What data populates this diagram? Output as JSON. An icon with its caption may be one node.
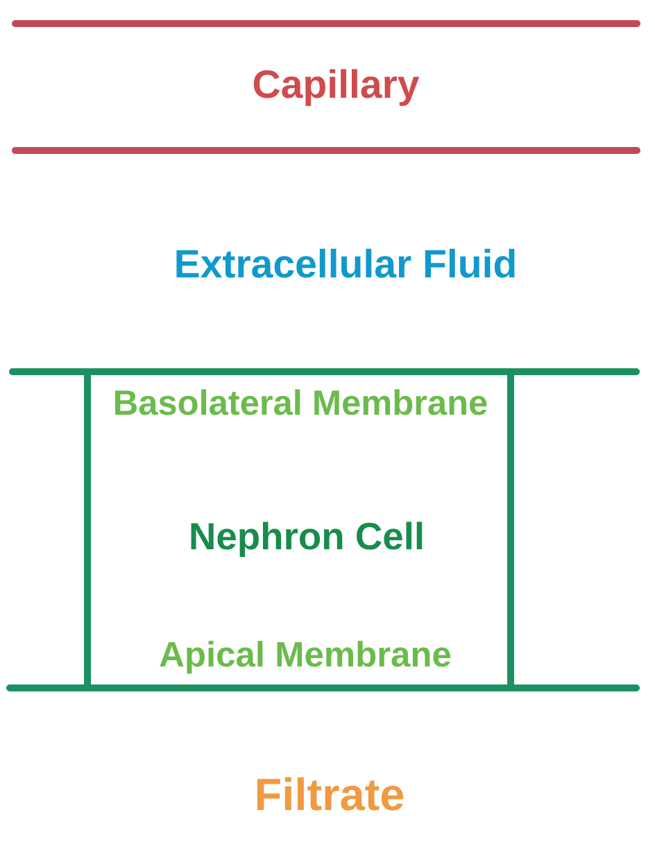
{
  "diagram": {
    "nodes": [
      {
        "text": [
          "Capillary"
        ]
      },
      {
        "text": [
          "Basolateral Membrane",
          "Nephron Cell",
          "Apical Membrane"
        ]
      }
    ],
    "labels": [
      "Extracellular Fluid",
      "Filtrate"
    ]
  }
}
